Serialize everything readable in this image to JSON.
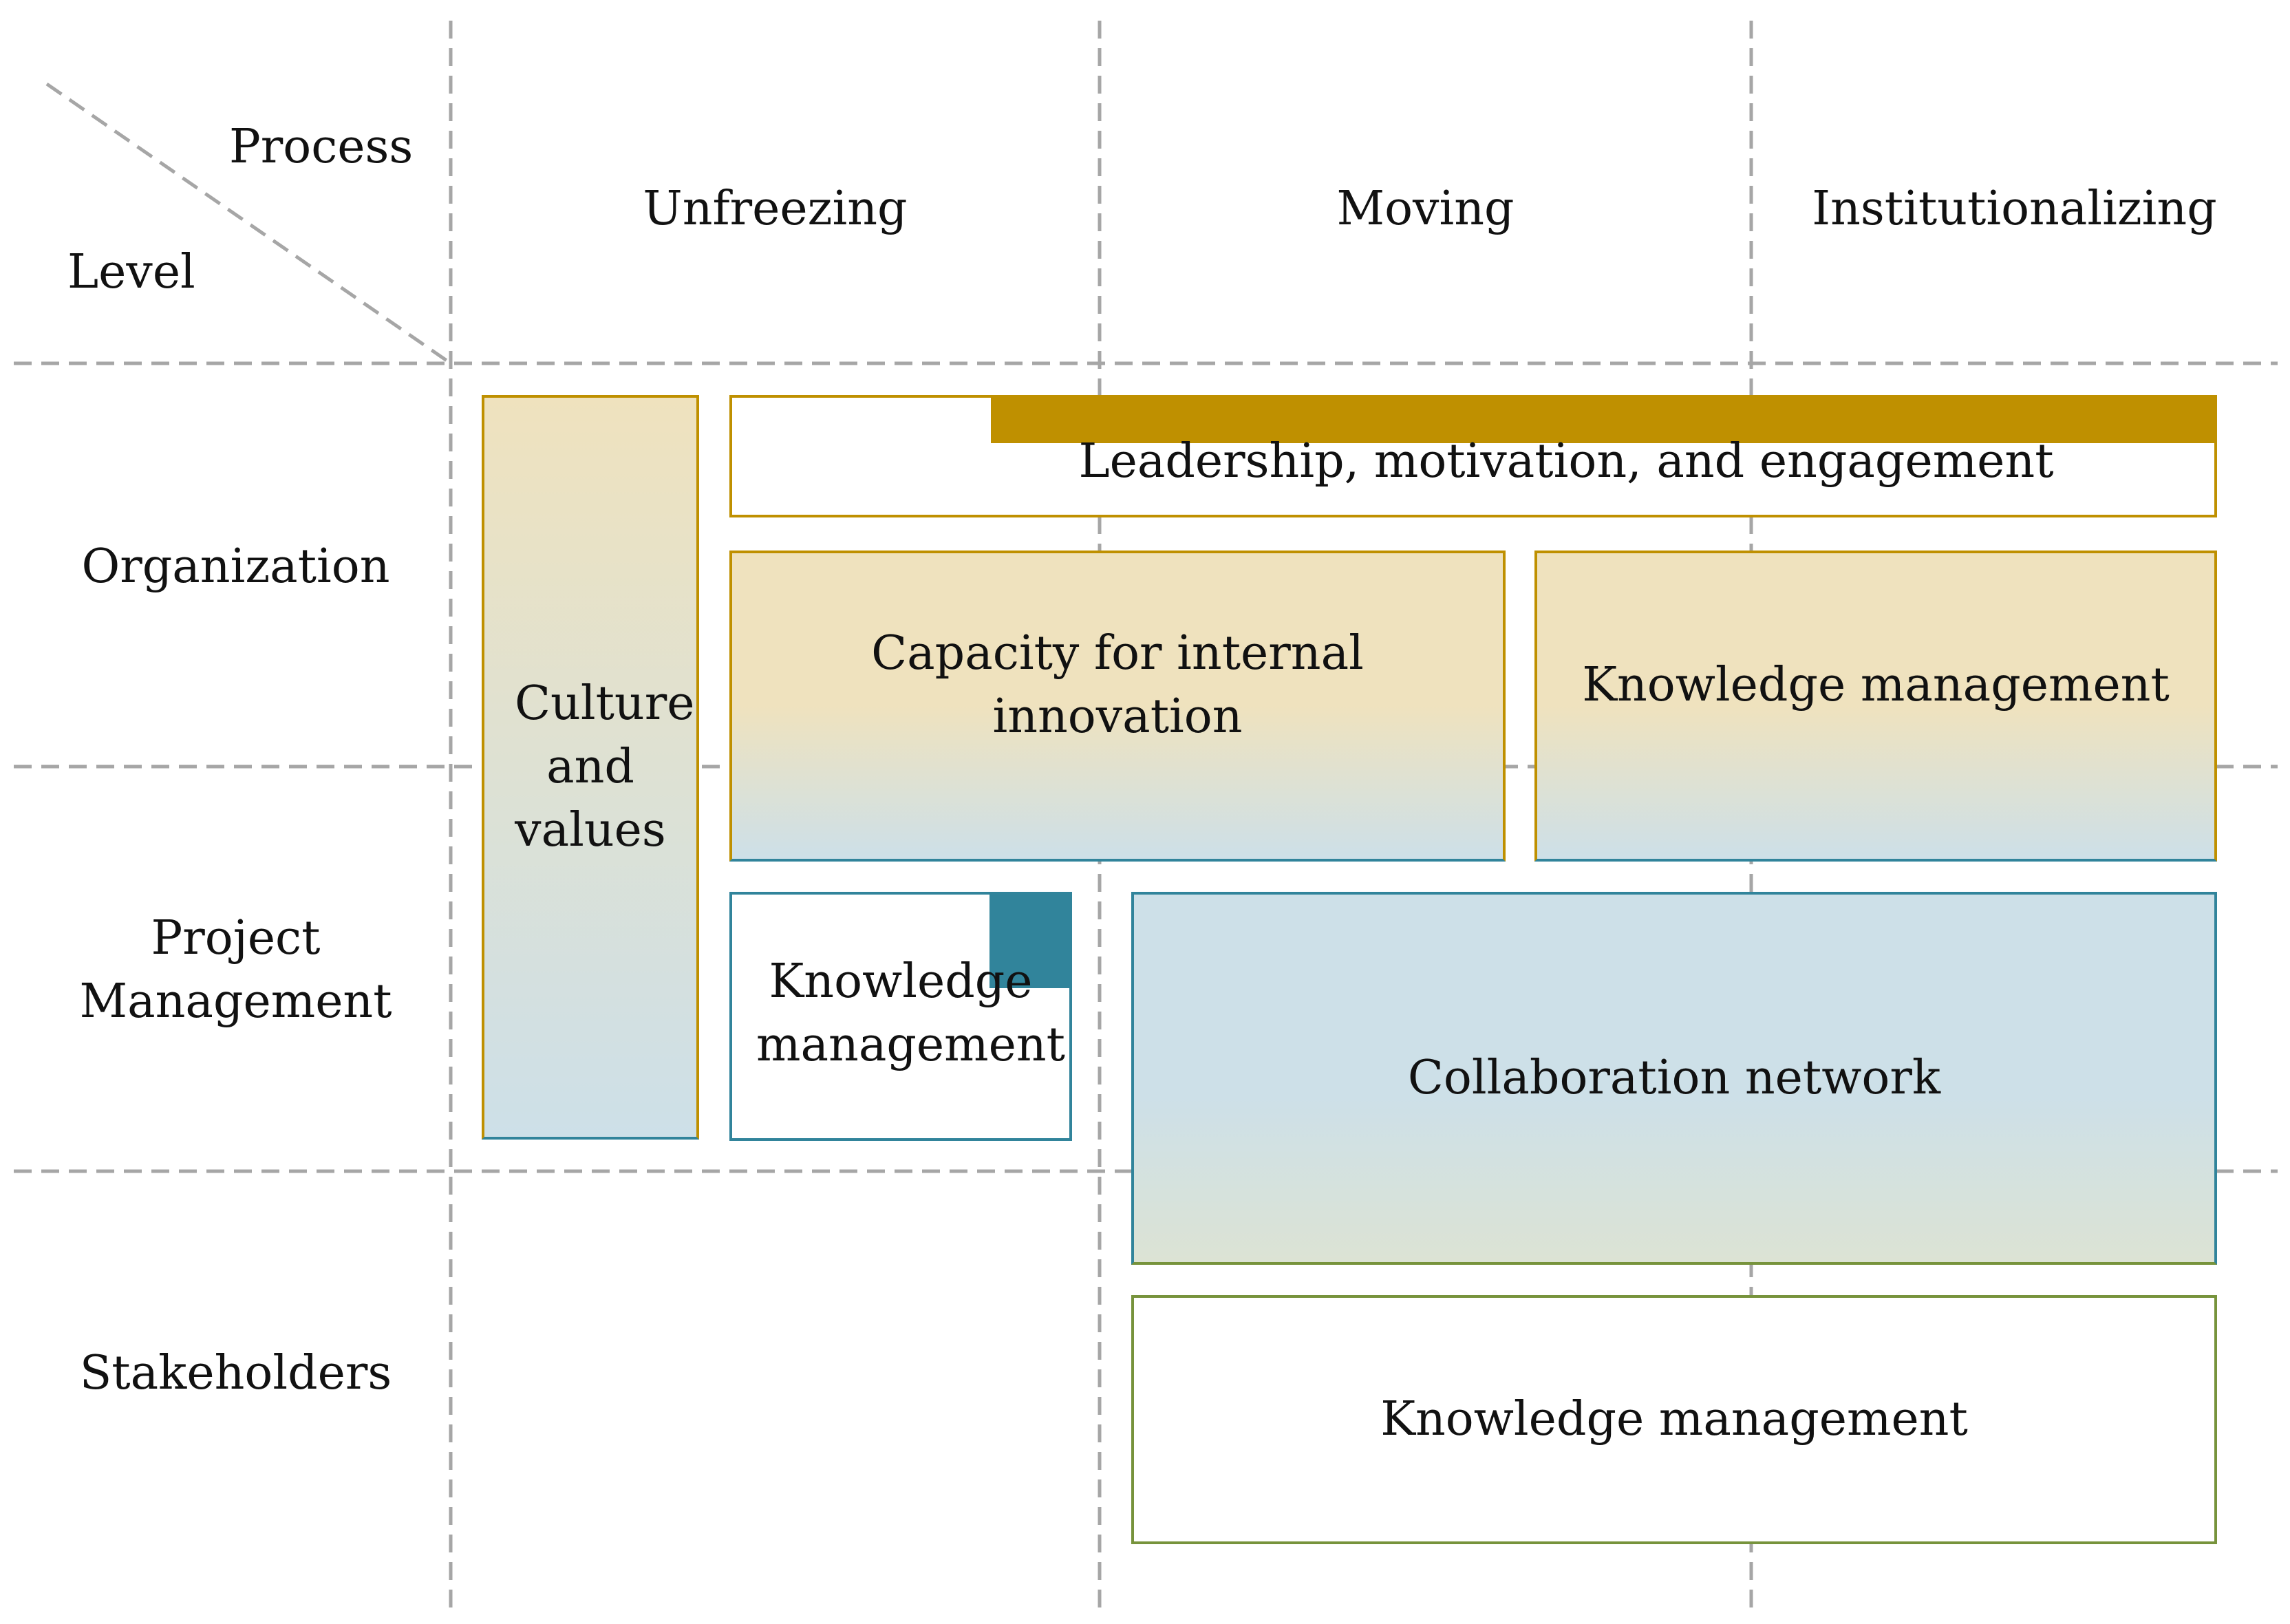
{
  "header": {
    "process_label": "Process",
    "level_label": "Level"
  },
  "columns": [
    {
      "label": "Unfreezing"
    },
    {
      "label": "Moving"
    },
    {
      "label": "Institutionalizing"
    }
  ],
  "rows": [
    {
      "label": "Organization"
    },
    {
      "label": "Project Management"
    },
    {
      "label": "Stakeholders"
    }
  ],
  "boxes": {
    "culture": {
      "text": "Culture and values"
    },
    "leadership": {
      "text": "Leadership, motivation, and engagement"
    },
    "capacity": {
      "text": "Capacity for internal innovation"
    },
    "km_org": {
      "text": "Knowledge management"
    },
    "km_pm": {
      "text": "Knowledge management"
    },
    "collaboration": {
      "text": "Collaboration network"
    },
    "km_stakeholders": {
      "text": "Knowledge management"
    }
  },
  "colors": {
    "gold": "#BF9000",
    "gold_light": "#EFE2BE",
    "teal": "#31849B",
    "teal_light": "#CDE0E8",
    "olive": "#77933C",
    "olive_light": "#DCE3D4",
    "grid": "#A6A6A6"
  }
}
